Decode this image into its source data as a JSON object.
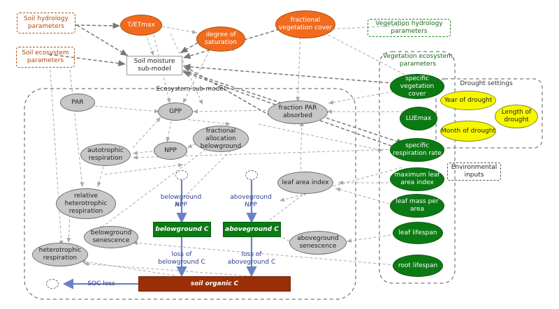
{
  "parameter_boxes": {
    "soil_hydrology": "Soil hydrology\nparameters",
    "soil_ecosystem": "Soil ecosystem\nparameters",
    "vegetation_hydrology": "Vegetation hydrology\nparameters",
    "vegetation_ecosystem": "Vegetation ecosystem\nparameters",
    "drought_settings": "Drought settings",
    "environmental_inputs": "Environmental\ninputs"
  },
  "submodels": {
    "soil_moisture": "Soil moisture\nsub-model",
    "ecosystem": "Ecosystem sub-model"
  },
  "orange_nodes": {
    "t_etmax": "T/ETmax",
    "degree_saturation": "degree of\nsaturation",
    "fractional_veg_cover": "fractional\nvegetation cover"
  },
  "grey_nodes": {
    "par": "PAR",
    "gpp": "GPP",
    "fraction_par": "fraction PAR\nabsorbed",
    "fractional_allocation": "fractional\nallocation\nbelowground",
    "autotrophic": "autotrophic\nrespiration",
    "npp": "NPP",
    "relative_heterotrophic": "relative\nheterotrophic\nrespiration",
    "leaf_area_index": "leaf area index",
    "belowground_senescence": "belowground\nsenescence",
    "aboveground_senescence": "aboveground\nsenescence",
    "heterotrophic": "heterotrophic\nrespiration"
  },
  "green_nodes": {
    "specific_veg_cover": "specific\nvegetation cover",
    "luemax": "LUEmax",
    "specific_respiration": "specific\nrespiration rate",
    "max_leaf_area": "maximum leaf\narea index",
    "leaf_mass": "leaf mass per\narea",
    "leaf_lifespan": "leaf lifespan",
    "root_lifespan": "root lifespan"
  },
  "yellow_nodes": {
    "year_drought": "Year of drought",
    "length_drought": "Length of\ndrought",
    "month_drought": "Month of drought"
  },
  "stocks": {
    "belowground_c": "belowground C",
    "aboveground_c": "aboveground C",
    "soil_organic_c": "soil organic C"
  },
  "flows": {
    "belowground_npp": "belowground\nNPP",
    "aboveground_npp": "aboveground\nNPP",
    "loss_belowground": "loss of\nbelowground C",
    "loss_aboveground": "loss of\naboveground C",
    "soc_loss": "SOC loss"
  },
  "colors": {
    "orange": "#f26b1d",
    "green": "#0c7a14",
    "grey": "#c7c7c7",
    "yellow": "#f7f700",
    "brown": "#9a2f05",
    "flow_blue": "#6a82c4",
    "dashed_link": "#a9a9a9"
  }
}
